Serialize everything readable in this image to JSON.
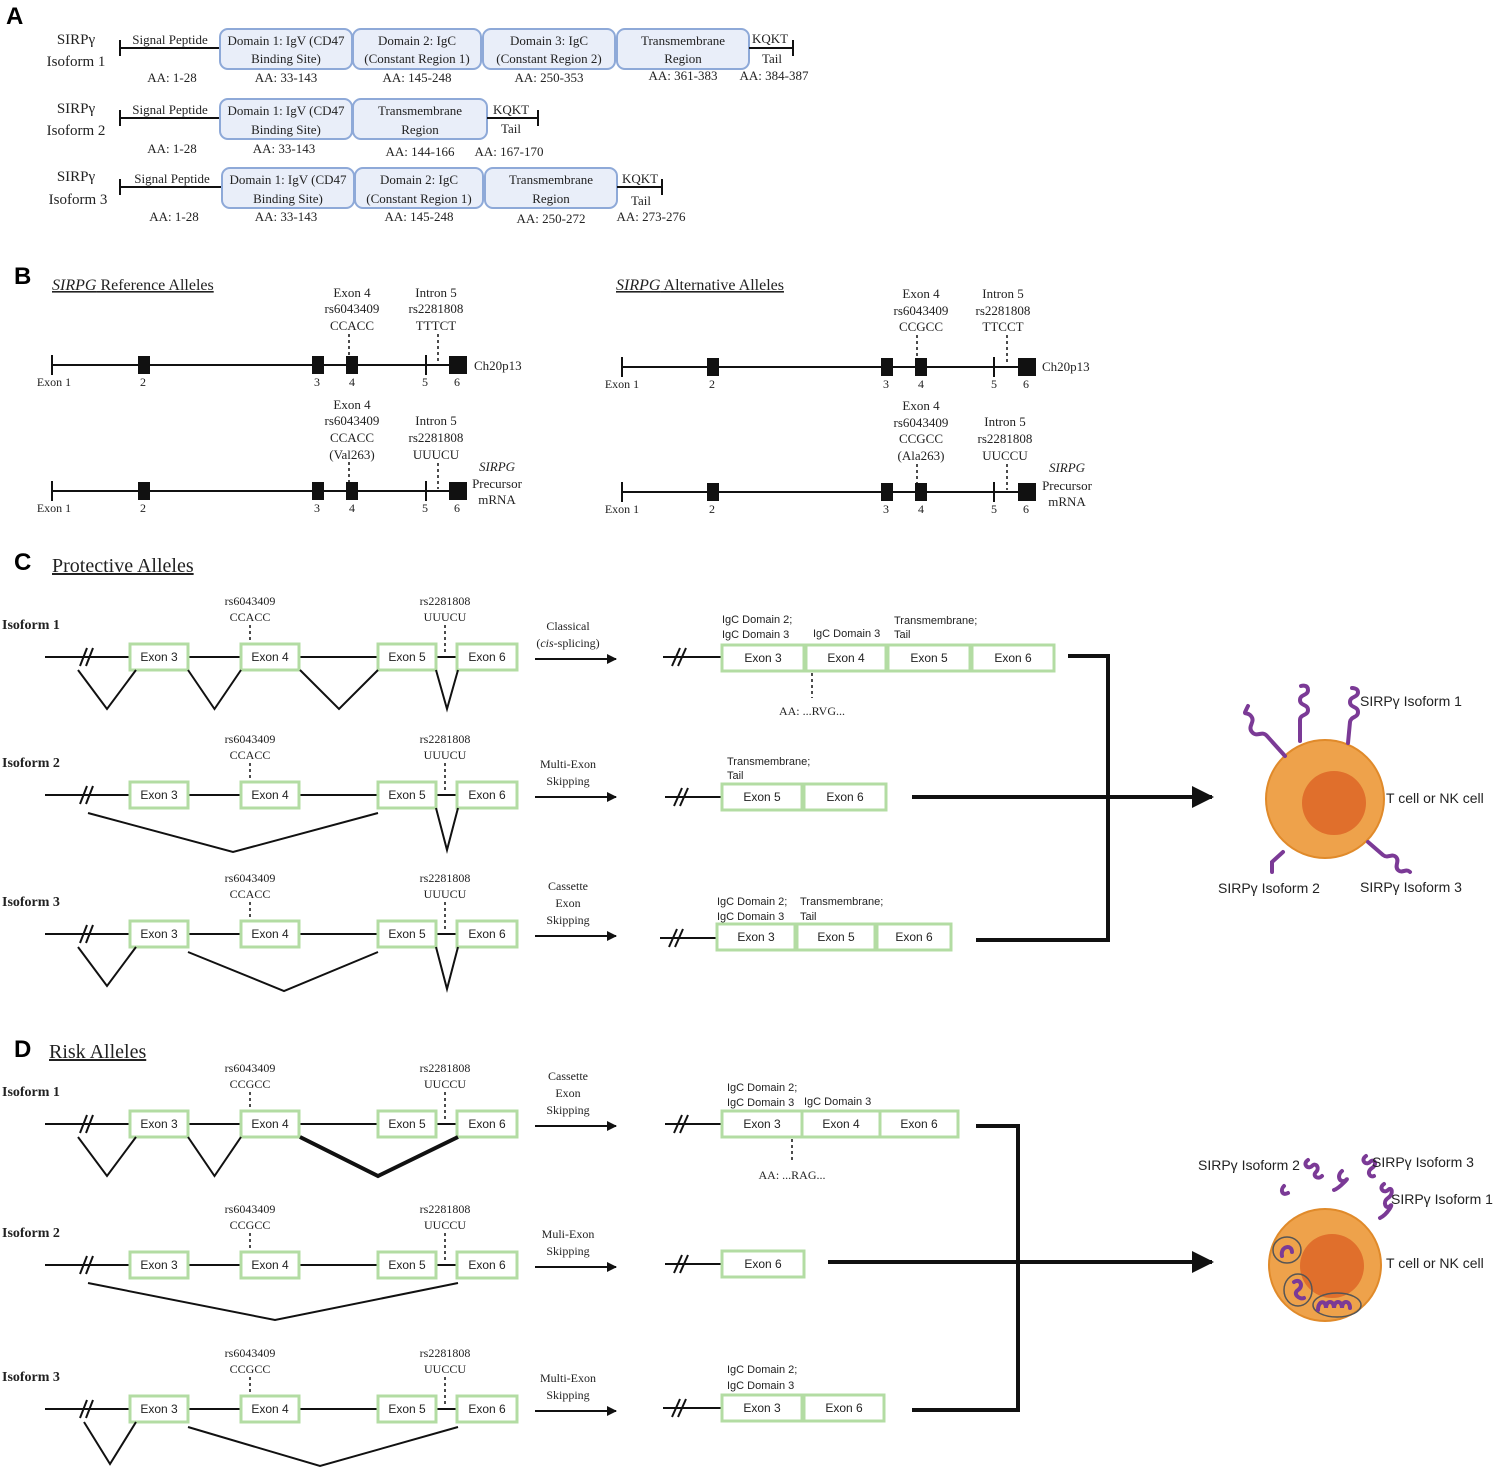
{
  "panel_a": {
    "letter": "A",
    "isoforms": [
      {
        "title1": "SIRPγ",
        "title2": "Isoform 1",
        "signal": "Signal Peptide",
        "signal_aa": "AA: 1-28",
        "domains": [
          {
            "l1": "Domain 1: IgV (CD47",
            "l2": "Binding Site)",
            "aa": "AA: 33-143"
          },
          {
            "l1": "Domain 2: IgC",
            "l2": "(Constant Region 1)",
            "aa": "AA: 145-248"
          },
          {
            "l1": "Domain 3: IgC",
            "l2": "(Constant Region 2)",
            "aa": "AA: 250-353"
          },
          {
            "l1": "Transmembrane",
            "l2": "Region",
            "aa": "AA: 361-383"
          }
        ],
        "tail1": "KQKT",
        "tail2": "Tail",
        "tail_aa": "AA: 384-387"
      },
      {
        "title1": "SIRPγ",
        "title2": "Isoform 2",
        "signal": "Signal Peptide",
        "signal_aa": "AA: 1-28",
        "domains": [
          {
            "l1": "Domain 1: IgV (CD47",
            "l2": "Binding Site)",
            "aa": "AA: 33-143"
          },
          {
            "l1": "Transmembrane",
            "l2": "Region",
            "aa": "AA: 144-166"
          }
        ],
        "tail1": "KQKT",
        "tail2": "Tail",
        "tail_aa": "AA: 167-170"
      },
      {
        "title1": "SIRPγ",
        "title2": "Isoform 3",
        "signal": "Signal Peptide",
        "signal_aa": "AA: 1-28",
        "domains": [
          {
            "l1": "Domain 1: IgV (CD47",
            "l2": "Binding Site)",
            "aa": "AA: 33-143"
          },
          {
            "l1": "Domain 2: IgC",
            "l2": "(Constant Region 1)",
            "aa": "AA: 145-248"
          },
          {
            "l1": "Transmembrane",
            "l2": "Region",
            "aa": "AA: 250-272"
          }
        ],
        "tail1": "KQKT",
        "tail2": "Tail",
        "tail_aa": "AA: 273-276"
      }
    ]
  },
  "panel_b": {
    "letter": "B",
    "reference": {
      "title_italic": "SIRPG",
      "title_rest": " Reference  Alleles",
      "dna": {
        "exon4": [
          "Exon 4",
          "rs6043409",
          "CCACC"
        ],
        "intron5": [
          "Intron 5",
          "rs2281808",
          "TTTCT"
        ],
        "chrom": "Ch20p13"
      },
      "mrna": {
        "exon4": [
          "Exon 4",
          "rs6043409",
          "CCACC",
          "(Val263)"
        ],
        "intron5": [
          "Intron 5",
          "rs2281808",
          "UUUCU"
        ],
        "label": [
          "SIRPG",
          "Precursor",
          "mRNA"
        ]
      }
    },
    "alternative": {
      "title_italic": "SIRPG",
      "title_rest": "  Alternative Alleles",
      "dna": {
        "exon4": [
          "Exon 4",
          "rs6043409",
          "CCGCC"
        ],
        "intron5": [
          "Intron 5",
          "rs2281808",
          "TTCCT"
        ],
        "chrom": "Ch20p13"
      },
      "mrna": {
        "exon4": [
          "Exon 4",
          "rs6043409",
          "CCGCC",
          "(Ala263)"
        ],
        "intron5": [
          "Intron 5",
          "rs2281808",
          "UUCCU"
        ],
        "label": [
          "SIRPG",
          "Precursor",
          "mRNA"
        ]
      }
    },
    "exon_labels": [
      "Exon 1",
      "2",
      "3",
      "4",
      "5",
      "6"
    ]
  },
  "panel_c": {
    "letter": "C",
    "title": "Protective Alleles",
    "snp1": [
      "rs6043409",
      "CCACC"
    ],
    "snp2": [
      "rs2281808",
      "UUUCU"
    ],
    "exons": [
      "Exon 3",
      "Exon 4",
      "Exon 5",
      "Exon 6"
    ],
    "rows": [
      {
        "label": "Isoform 1",
        "proc": [
          "Classical",
          "(cis-splicing)"
        ]
      },
      {
        "label": "Isoform 2",
        "proc": [
          "Multi-Exon",
          "Skipping"
        ]
      },
      {
        "label": "Isoform 3",
        "proc": [
          "Cassette",
          "Exon",
          "Skipping"
        ]
      }
    ],
    "out1": {
      "exons": [
        "Exon 3",
        "Exon 4",
        "Exon 5",
        "Exon 6"
      ],
      "a1": "IgC Domain 2;",
      "a2": "IgC Domain 3",
      "a3": "IgC Domain 3",
      "a4": "Transmembrane;",
      "a5": "Tail",
      "aa": "AA: ...RVG..."
    },
    "out2": {
      "exons": [
        "Exon 5",
        "Exon 6"
      ],
      "a1": "Transmembrane;",
      "a2": "Tail"
    },
    "out3": {
      "exons": [
        "Exon 3",
        "Exon 5",
        "Exon 6"
      ],
      "a1": "IgC Domain 2;",
      "a2": "IgC Domain 3",
      "a3": "Transmembrane;",
      "a4": "Tail"
    },
    "cell": {
      "label": "T cell or NK cell",
      "iso1": "SIRPγ Isoform 1",
      "iso2": "SIRPγ Isoform 2",
      "iso3": "SIRPγ Isoform 3"
    }
  },
  "panel_d": {
    "letter": "D",
    "title": "Risk Alleles",
    "snp1": [
      "rs6043409",
      "CCGCC"
    ],
    "snp2": [
      "rs2281808",
      "UUCCU"
    ],
    "exons": [
      "Exon 3",
      "Exon 4",
      "Exon 5",
      "Exon 6"
    ],
    "rows": [
      {
        "label": "Isoform 1",
        "proc": [
          "Cassette",
          "Exon",
          "Skipping"
        ]
      },
      {
        "label": "Isoform 2",
        "proc": [
          "Muli-Exon",
          "Skipping"
        ]
      },
      {
        "label": "Isoform 3",
        "proc": [
          "Multi-Exon",
          "Skipping"
        ]
      }
    ],
    "out1": {
      "exons": [
        "Exon 3",
        "Exon 4",
        "Exon 6"
      ],
      "a1": "IgC Domain 2;",
      "a2": "IgC Domain 3",
      "a3": "IgC Domain 3",
      "aa": "AA: ...RAG..."
    },
    "out2": {
      "exons": [
        "Exon 6"
      ]
    },
    "out3": {
      "exons": [
        "Exon 3",
        "Exon 6"
      ],
      "a1": "IgC Domain 2;",
      "a2": "IgC Domain 3"
    },
    "cell": {
      "label": "T cell or NK cell",
      "iso1": "SIRPγ Isoform 1",
      "iso2": "SIRPγ Isoform 2",
      "iso3": "SIRPγ Isoform 3"
    }
  },
  "colors": {
    "domain_fill": "#e9eef9",
    "domain_stroke": "#8ea9d8",
    "exon_stroke": "#b3dca3",
    "cell_outer": "#eea24b",
    "cell_nucleus": "#e06f2c",
    "receptor": "#7b3a96"
  }
}
